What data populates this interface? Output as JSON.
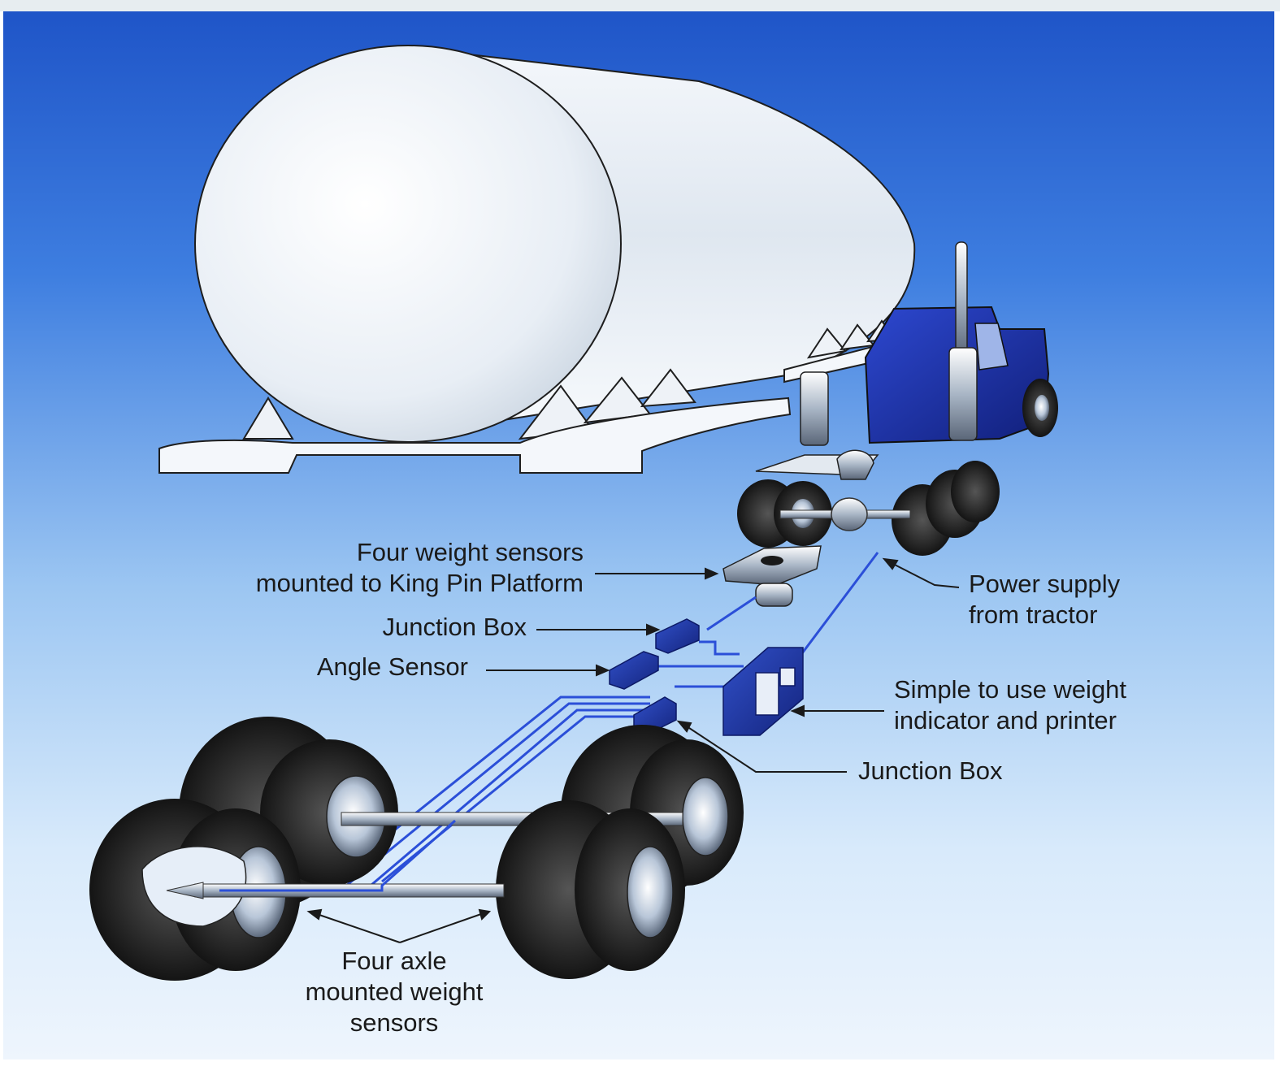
{
  "labels": {
    "king_pin": {
      "line1": "Four weight sensors",
      "line2": "mounted to King Pin Platform"
    },
    "junction_box_top": "Junction Box",
    "angle_sensor": "Angle Sensor",
    "power_supply": {
      "line1": "Power supply",
      "line2": "from tractor"
    },
    "indicator": {
      "line1": "Simple to use weight",
      "line2": "indicator and printer"
    },
    "junction_box_bottom": "Junction Box",
    "axle_sensors": {
      "line1": "Four axle",
      "line2": "mounted weight",
      "line3": "sensors"
    }
  },
  "colors": {
    "background_top": "#1f55c8",
    "background_bottom": "#eef5fd",
    "truck_blue": "#1b2fa8",
    "component_blue": "#1f3aa8",
    "wire_blue": "#2b4fd8",
    "tank_white": "#f2f5f9",
    "tire_dark": "#1c1c1c"
  }
}
